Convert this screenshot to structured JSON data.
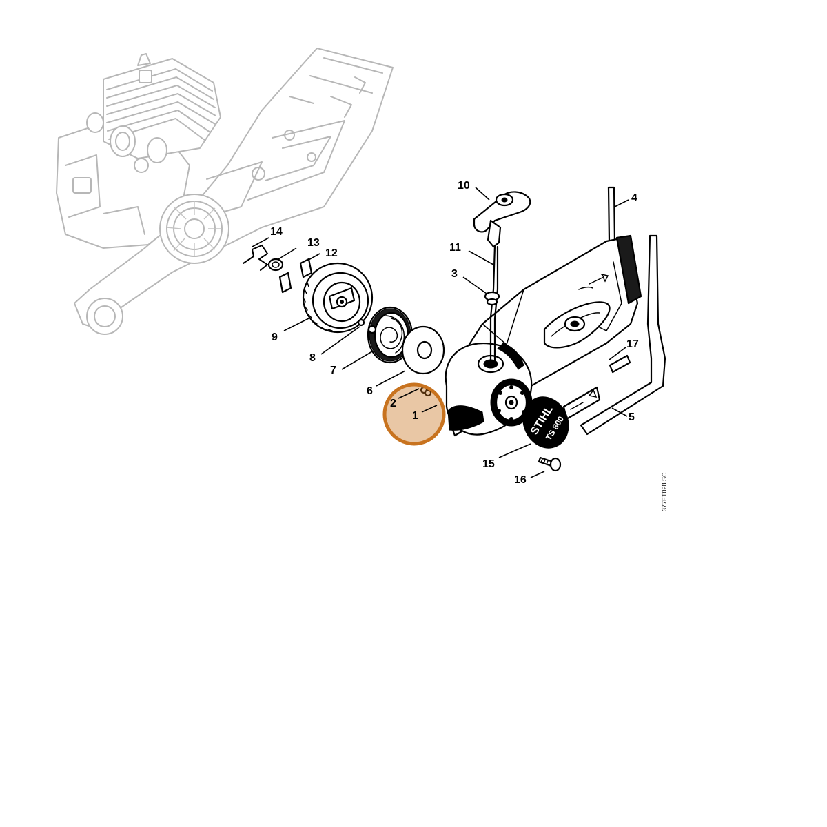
{
  "callouts": [
    {
      "id": "p1",
      "label": "1"
    },
    {
      "id": "p2",
      "label": "2"
    },
    {
      "id": "p3",
      "label": "3"
    },
    {
      "id": "p4",
      "label": "4"
    },
    {
      "id": "p5",
      "label": "5"
    },
    {
      "id": "p6",
      "label": "6"
    },
    {
      "id": "p7",
      "label": "7"
    },
    {
      "id": "p8",
      "label": "8"
    },
    {
      "id": "p9",
      "label": "9"
    },
    {
      "id": "p10",
      "label": "10"
    },
    {
      "id": "p11",
      "label": "11"
    },
    {
      "id": "p12",
      "label": "12"
    },
    {
      "id": "p13",
      "label": "13"
    },
    {
      "id": "p14",
      "label": "14"
    },
    {
      "id": "p15",
      "label": "15"
    },
    {
      "id": "p16",
      "label": "16"
    },
    {
      "id": "p17",
      "label": "17"
    }
  ],
  "brand_logo": {
    "line1": "STIHL",
    "line2": "TS 800"
  },
  "drawing_code": "377ET028 SC",
  "highlight": {
    "target": "1",
    "color": "#c8731f"
  }
}
